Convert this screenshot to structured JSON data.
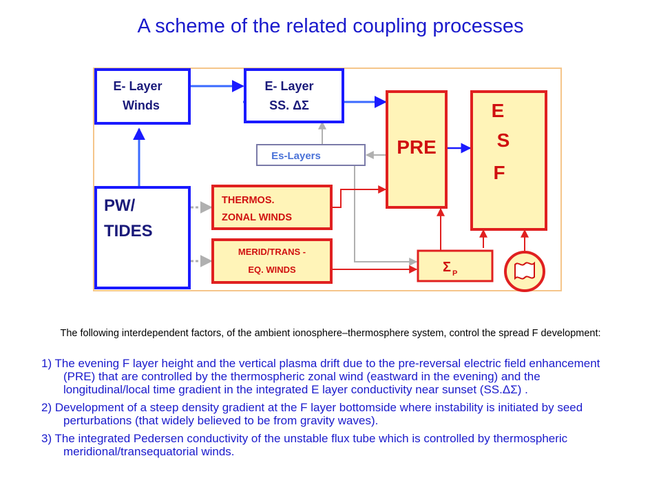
{
  "title": "A scheme of the related coupling processes",
  "diagram": {
    "nodes": {
      "e_layer_winds": [
        "E- Layer",
        "Winds"
      ],
      "e_layer_ss": [
        "E- Layer",
        "SS.  ΔΣ"
      ],
      "es_layers": "Es-Layers",
      "pre": "PRE",
      "esf": [
        "E",
        "S",
        "F"
      ],
      "pw_tides": [
        "PW/",
        "TIDES"
      ],
      "thermos": [
        "THERMOS.",
        "ZONAL WINDS"
      ],
      "merid": [
        "MERID/TRANS -",
        "EQ. WINDS"
      ],
      "sigma_p": {
        "symbol": "Σ",
        "subscript": "P"
      }
    },
    "colors": {
      "blue_border": "#1a1aff",
      "red_border": "#e02020",
      "fill_yellow": "#fff4b8",
      "grey_arrow": "#b0b0b0",
      "frame": "#f5c58a",
      "text_blue": "#1a1a7a",
      "text_red": "#d01010"
    }
  },
  "intro": "The following interdependent factors, of the ambient ionosphere–thermosphere system, control the spread F development:",
  "points": [
    "1) The evening F layer height and the vertical plasma drift due to the pre-reversal electric field enhancement (PRE) that are controlled by the thermospheric zonal wind (eastward in the evening) and the longitudinal/local time gradient in the integrated E layer conductivity near sunset (SS.ΔΣ) .",
    "2) Development of a steep density gradient at the F layer bottomside where instability is initiated by seed perturbations (that widely believed to be from gravity waves).",
    "3) The integrated Pedersen conductivity of the unstable flux tube which is controlled by thermospheric meridional/transequatorial winds."
  ]
}
